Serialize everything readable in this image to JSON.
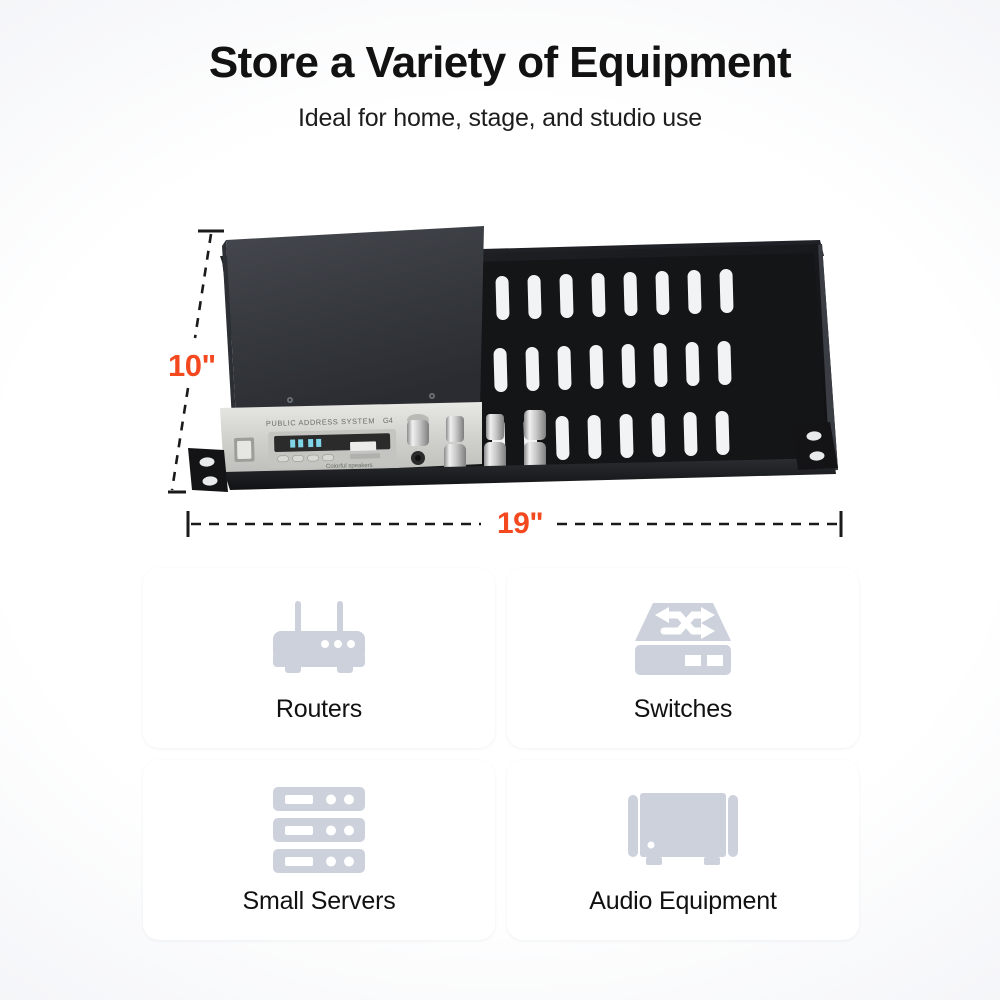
{
  "header": {
    "title": "Store a Variety of Equipment",
    "subtitle": "Ideal for home, stage, and studio use"
  },
  "dimensions": {
    "height_label": "10\"",
    "width_label": "19\"",
    "accent_color": "#f4491f"
  },
  "product": {
    "name": "1U rack mount shelf with public address amplifier",
    "panel_text": "PUBLIC ADDRESS SYSTEM",
    "panel_model": "G4",
    "panel_sublabel": "Colorful speakers",
    "vent_rows": 3,
    "vent_slots_per_row": 8,
    "colors": {
      "shelf_black": "#131315",
      "amp_top": "#3a3d42",
      "front_panel": "#d6d6d2"
    }
  },
  "cards": [
    {
      "label": "Routers",
      "icon": "router-icon"
    },
    {
      "label": "Switches",
      "icon": "network-switch-icon"
    },
    {
      "label": "Small Servers",
      "icon": "server-rack-icon"
    },
    {
      "label": "Audio Equipment",
      "icon": "amplifier-icon"
    }
  ],
  "theme": {
    "background_center": "#ffffff",
    "background_edge": "#e3e6ec",
    "card_background": "#ffffff",
    "icon_gray": "#ccd1dc",
    "text_dark": "#111111"
  }
}
